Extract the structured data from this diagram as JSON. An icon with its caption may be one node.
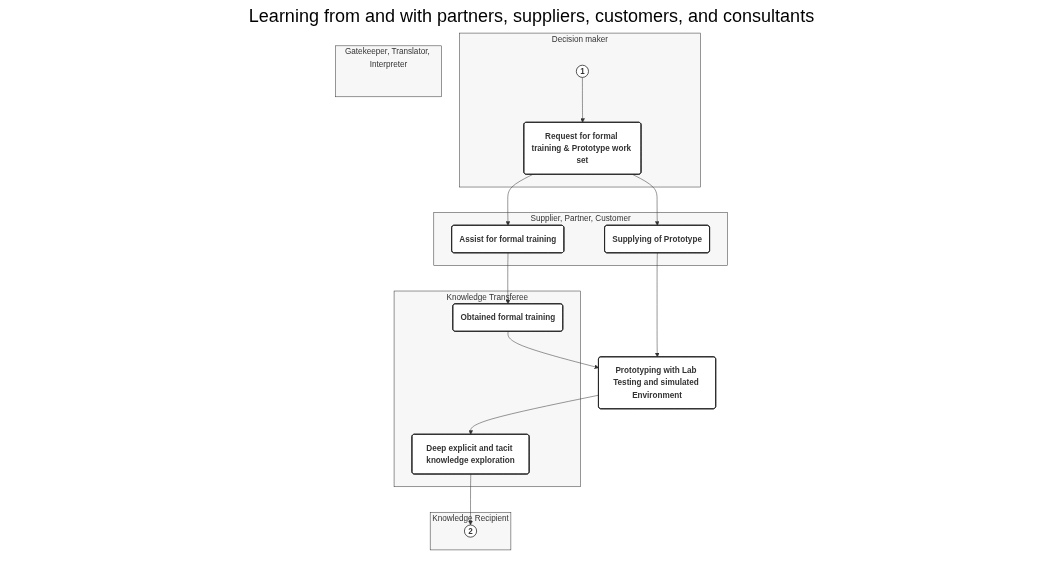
{
  "diagram": {
    "title": "Learning from and with partners, suppliers, customers, and consultants",
    "nodes": [
      {
        "text": [
          "Decision maker"
        ]
      },
      {
        "text": [
          "1"
        ],
        "in": 0
      },
      {
        "text": [
          "Request for formal training & Prototype work set"
        ],
        "in": 0
      },
      {
        "text": [
          "Supplier, Partner, Customer"
        ]
      },
      {
        "text": [
          "Assist for formal training"
        ],
        "in": 3
      },
      {
        "text": [
          "Supplying of Prototype"
        ],
        "in": 3
      },
      {
        "text": [
          "Gatekeeper, Translator, Interpreter"
        ]
      },
      {
        "text": [
          "Prototyping with Lab Testing and simulated Environment"
        ]
      },
      {
        "text": [
          "Knowledge Transferee"
        ]
      },
      {
        "text": [
          "Obtained formal training"
        ],
        "in": 8
      },
      {
        "text": [
          "Deep explicit and tacit knowledge exploration"
        ],
        "in": 8
      },
      {
        "text": [
          "Knowledge Recipient"
        ]
      },
      {
        "text": [
          "2"
        ],
        "in": 11
      }
    ],
    "edges": [
      {
        "from": 1,
        "to": 2,
        "arrow": "to"
      },
      {
        "from": 2,
        "to": 4,
        "arrow": "to"
      },
      {
        "from": 2,
        "to": 5,
        "arrow": "to"
      },
      {
        "from": 5,
        "to": 7,
        "arrow": "to"
      },
      {
        "from": 4,
        "to": 9,
        "arrow": "to"
      },
      {
        "from": 9,
        "to": 7,
        "arrow": "to"
      },
      {
        "from": 7,
        "to": 10,
        "arrow": "to"
      },
      {
        "from": 10,
        "to": 12,
        "arrow": "to"
      }
    ]
  }
}
